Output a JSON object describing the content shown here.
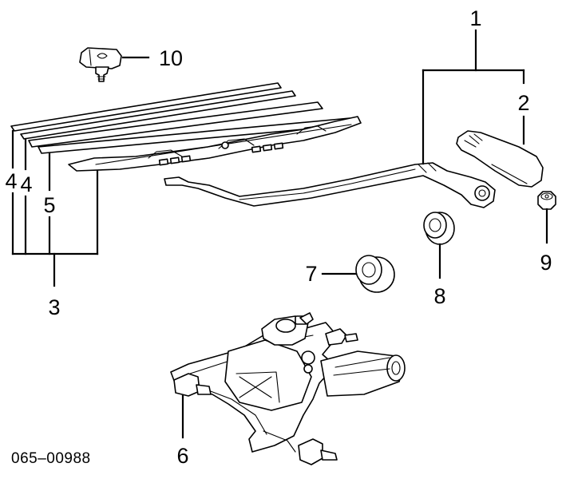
{
  "diagram": {
    "catalog_code": "065–00988",
    "callouts": {
      "c1": "1",
      "c2": "2",
      "c3": "3",
      "c4a": "4",
      "c4b": "4",
      "c5": "5",
      "c6": "6",
      "c7": "7",
      "c8": "8",
      "c9": "9",
      "c10": "10"
    }
  }
}
